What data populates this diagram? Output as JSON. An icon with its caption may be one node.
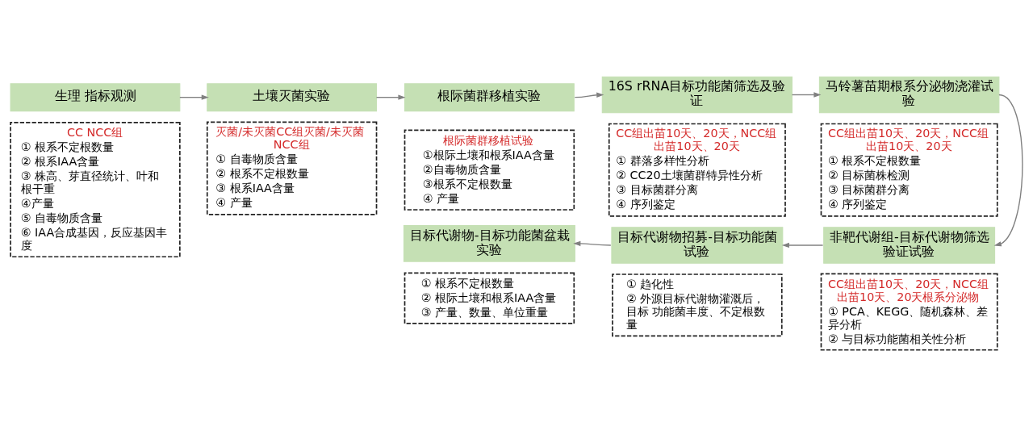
{
  "diagram": {
    "nodes": [
      {
        "text": [
          "生理 指标观测"
        ]
      },
      {
        "text": [
          "CC NCC组",
          "① 根系不定根数量",
          "② 根系IAA含量",
          "③ 株高、芽直径统计、叶和根干重",
          "④产量",
          "⑤ 自毒物质含量",
          "⑥ IAA合成基因，反应基因丰度"
        ]
      },
      {
        "text": [
          "土壤灭菌实验"
        ]
      },
      {
        "text": [
          "灭菌/未灭菌CC组灭菌/未灭菌NCC组",
          "① 自毒物质含量",
          "② 根系不定根数量",
          "③ 根系IAA含量",
          "④ 产量"
        ]
      },
      {
        "text": [
          "根际菌群移植实验"
        ]
      },
      {
        "text": [
          "根际菌群移植试验",
          "①根际土壤和根系IAA含量",
          "②自毒物质含量",
          "③根系不定根数量",
          "④ 产量"
        ]
      },
      {
        "text": [
          "16S rRNA目标功能菌筛选及验证"
        ]
      },
      {
        "text": [
          "CC组出苗10天、20天，NCC组出苗10天、20天",
          "① 群落多样性分析",
          "② CC20土壤菌群特异性分析",
          "③ 目标菌群分离",
          "④ 序列鉴定"
        ]
      },
      {
        "text": [
          "马铃薯苗期根系分泌物浇灌试验"
        ]
      },
      {
        "text": [
          "CC组出苗10天、20天，NCC组出苗10天、20天",
          "① 根系不定根数量",
          "② 目标菌株检测",
          "③ 目标菌群分离",
          "④ 序列鉴定"
        ]
      },
      {
        "text": [
          "非靶代谢组-目标代谢物筛选验证试验"
        ]
      },
      {
        "text": [
          "CC组出苗10天、20天，NCC组出苗10天、20天根系分泌物",
          "① PCA、KEGG、随机森林、差异分析",
          "② 与目标功能菌相关性分析"
        ]
      },
      {
        "text": [
          "目标代谢物招募-目标功能菌试验"
        ]
      },
      {
        "text": [
          "① 趋化性",
          "② 外源目标代谢物灌溉后，目标 功能菌丰度、不定根数量"
        ]
      },
      {
        "text": [
          "目标代谢物-目标功能菌盆栽实验"
        ]
      },
      {
        "text": [
          "① 根系不定根数量",
          "② 根际土壤和根系IAA含量",
          "③ 产量、数量、单位重量"
        ]
      }
    ],
    "edges": [
      {
        "from": 0,
        "to": 2,
        "arrow": "to"
      },
      {
        "from": 2,
        "to": 4,
        "arrow": "to"
      },
      {
        "from": 4,
        "to": 6,
        "arrow": "to"
      },
      {
        "from": 6,
        "to": 8,
        "arrow": "to"
      },
      {
        "from": 8,
        "to": 10,
        "arrow": "to"
      },
      {
        "from": 10,
        "to": 12,
        "arrow": "to"
      },
      {
        "from": 12,
        "to": 14,
        "arrow": "to"
      }
    ]
  }
}
